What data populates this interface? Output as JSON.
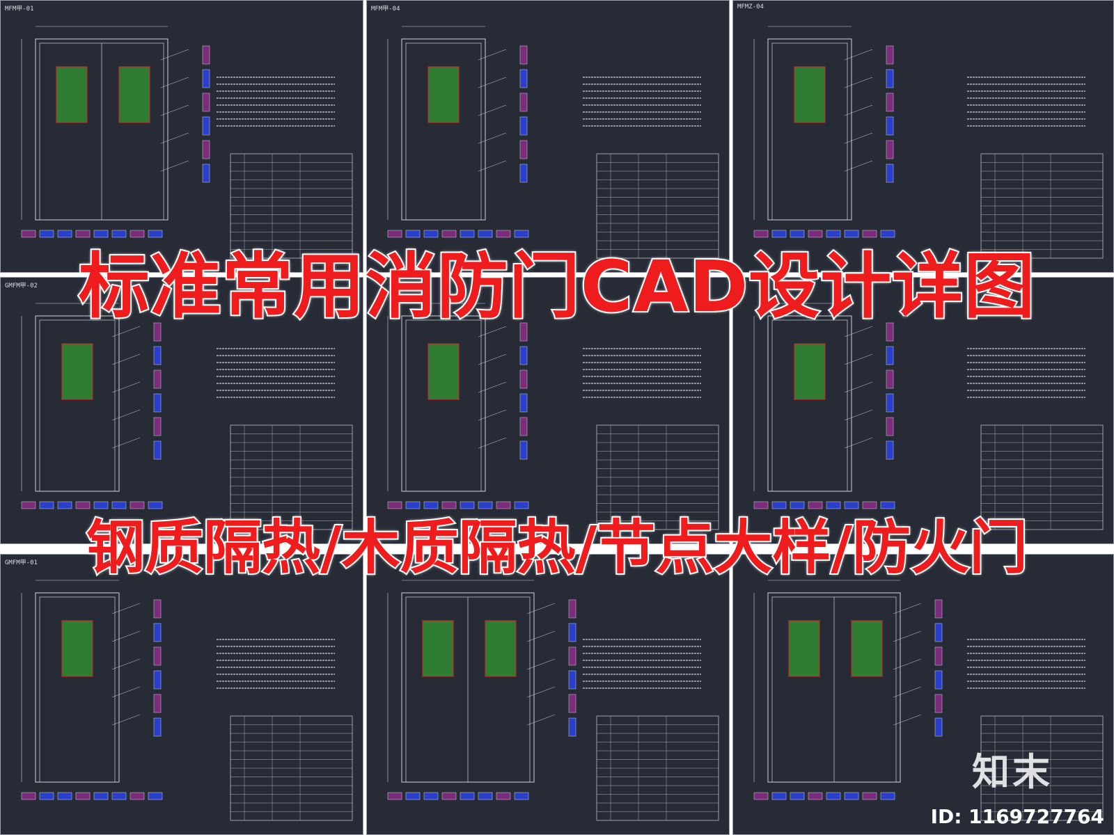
{
  "headline": {
    "line1": "标准常用消防门CAD设计详图",
    "line2": "钢质隔热/木质隔热/节点大样/防火门"
  },
  "watermark": {
    "logo_text": "知末",
    "id_text": "ID: 1169727764"
  },
  "sheets": [
    {
      "code": "MFM甲-01"
    },
    {
      "code": "MFM甲-04"
    },
    {
      "code": "MFMZ-04"
    },
    {
      "code": "GMFM甲-02"
    },
    {
      "code": ""
    },
    {
      "code": ""
    },
    {
      "code": "GMFM甲-01"
    },
    {
      "code": ""
    },
    {
      "code": ""
    }
  ],
  "colors": {
    "headline": "#ee1c1c",
    "sheet_bg": "#262b36",
    "line": "#cfd4dc",
    "door_glass": "#2e7d32",
    "hatch": "#c62828",
    "detail_blue": "#2a3fc9",
    "detail_purple": "#7b2d7b"
  }
}
